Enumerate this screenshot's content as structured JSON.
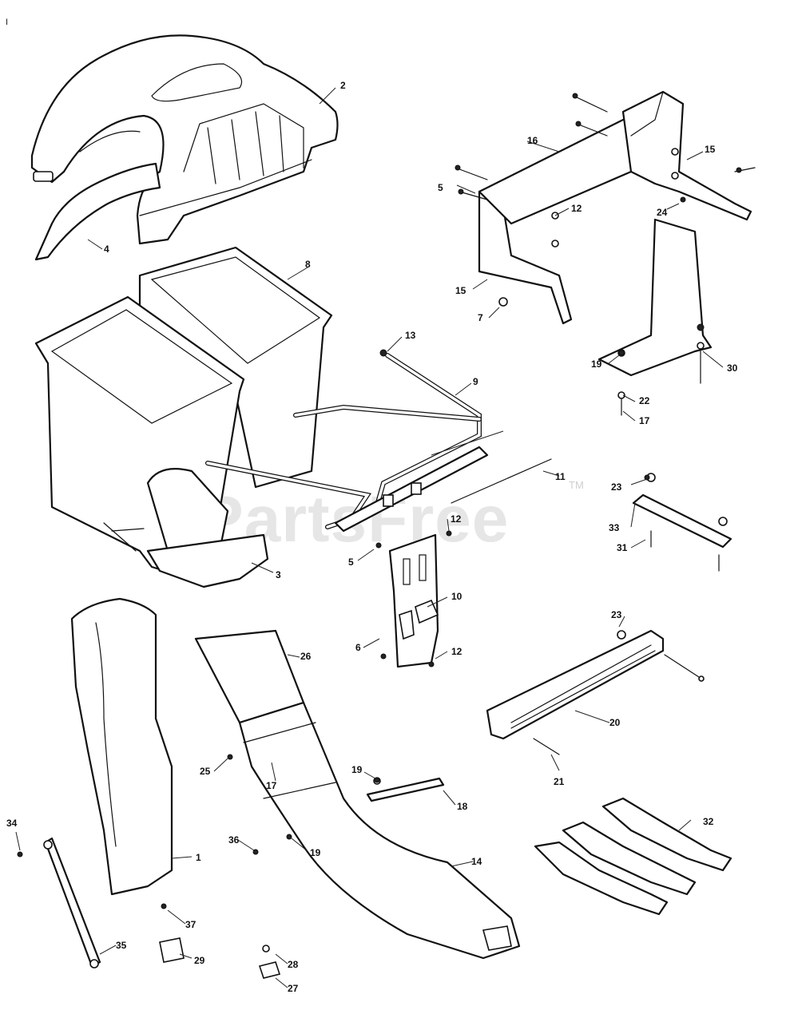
{
  "page": {
    "corner_mark": "I"
  },
  "watermark": {
    "text": "PartsFree",
    "trademark": "TM"
  },
  "callouts": [
    {
      "id": "c2",
      "label": "2"
    },
    {
      "id": "c4",
      "label": "4"
    },
    {
      "id": "c8",
      "label": "8"
    },
    {
      "id": "c3",
      "label": "3"
    },
    {
      "id": "c16",
      "label": "16"
    },
    {
      "id": "c15a",
      "label": "15"
    },
    {
      "id": "c15b",
      "label": "15"
    },
    {
      "id": "c5a",
      "label": "5"
    },
    {
      "id": "c12a",
      "label": "12"
    },
    {
      "id": "c24",
      "label": "24"
    },
    {
      "id": "c7",
      "label": "7"
    },
    {
      "id": "c13",
      "label": "13"
    },
    {
      "id": "c9",
      "label": "9"
    },
    {
      "id": "c11",
      "label": "11"
    },
    {
      "id": "c12b",
      "label": "12"
    },
    {
      "id": "c5b",
      "label": "5"
    },
    {
      "id": "c10",
      "label": "10"
    },
    {
      "id": "c6",
      "label": "6"
    },
    {
      "id": "c12c",
      "label": "12"
    },
    {
      "id": "c19a",
      "label": "19"
    },
    {
      "id": "c30",
      "label": "30"
    },
    {
      "id": "c22",
      "label": "22"
    },
    {
      "id": "c17a",
      "label": "17"
    },
    {
      "id": "c23a",
      "label": "23"
    },
    {
      "id": "c33",
      "label": "33"
    },
    {
      "id": "c31",
      "label": "31"
    },
    {
      "id": "c23b",
      "label": "23"
    },
    {
      "id": "c20",
      "label": "20"
    },
    {
      "id": "c21",
      "label": "21"
    },
    {
      "id": "c26",
      "label": "26"
    },
    {
      "id": "c25",
      "label": "25"
    },
    {
      "id": "c17b",
      "label": "17"
    },
    {
      "id": "c19b",
      "label": "19"
    },
    {
      "id": "c18",
      "label": "18"
    },
    {
      "id": "c36",
      "label": "36"
    },
    {
      "id": "c19c",
      "label": "19"
    },
    {
      "id": "c14",
      "label": "14"
    },
    {
      "id": "c32",
      "label": "32"
    },
    {
      "id": "c34",
      "label": "34"
    },
    {
      "id": "c1",
      "label": "1"
    },
    {
      "id": "c37",
      "label": "37"
    },
    {
      "id": "c35",
      "label": "35"
    },
    {
      "id": "c29",
      "label": "29"
    },
    {
      "id": "c28",
      "label": "28"
    },
    {
      "id": "c27",
      "label": "27"
    }
  ]
}
